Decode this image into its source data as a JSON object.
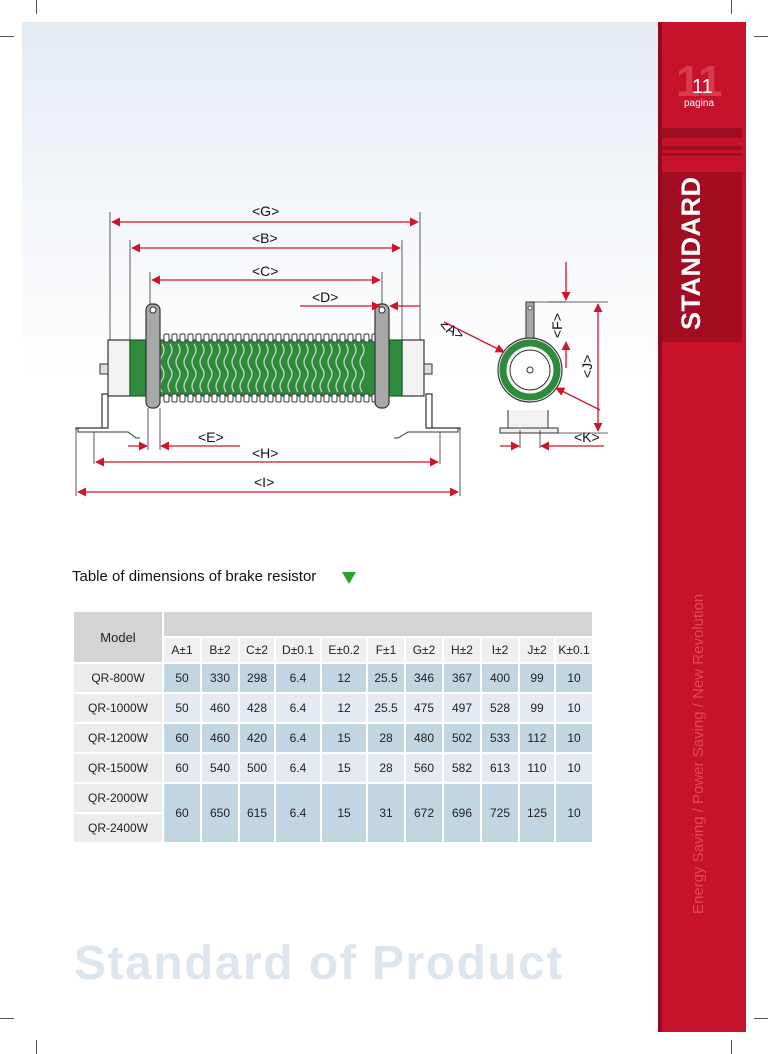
{
  "sidebar": {
    "page_ghost": "11",
    "page_number": "11",
    "page_label": "pagina",
    "section": "STANDARD",
    "slogan": "Energy Saving / Power Saving / New Revolution"
  },
  "diagram": {
    "labels": {
      "A": "<A>",
      "B": "<B>",
      "C": "<C>",
      "D": "<D>",
      "E": "<E>",
      "F": "<F>",
      "G": "<G>",
      "H": "<H>",
      "I": "<I>",
      "J": "<J>",
      "K": "<K>"
    }
  },
  "colors": {
    "brand_red": "#c6132b",
    "coil_green": "#2e8b3c",
    "dimension_red": "#d0142c"
  },
  "table": {
    "title": "Table of dimensions of brake resistor",
    "model_header": "Model",
    "columns": [
      "A±1",
      "B±2",
      "C±2",
      "D±0.1",
      "E±0.2",
      "F±1",
      "G±2",
      "H±2",
      "I±2",
      "J±2",
      "K±0.1"
    ],
    "rows": [
      {
        "model": "QR-800W",
        "values": [
          "50",
          "330",
          "298",
          "6.4",
          "12",
          "25.5",
          "346",
          "367",
          "400",
          "99",
          "10"
        ]
      },
      {
        "model": "QR-1000W",
        "values": [
          "50",
          "460",
          "428",
          "6.4",
          "12",
          "25.5",
          "475",
          "497",
          "528",
          "99",
          "10"
        ]
      },
      {
        "model": "QR-1200W",
        "values": [
          "60",
          "460",
          "420",
          "6.4",
          "15",
          "28",
          "480",
          "502",
          "533",
          "112",
          "10"
        ]
      },
      {
        "model": "QR-1500W",
        "values": [
          "60",
          "540",
          "500",
          "6.4",
          "15",
          "28",
          "560",
          "582",
          "613",
          "110",
          "10"
        ]
      }
    ],
    "merged": {
      "models": [
        "QR-2000W",
        "QR-2400W"
      ],
      "values": [
        "60",
        "650",
        "615",
        "6.4",
        "15",
        "31",
        "672",
        "696",
        "725",
        "125",
        "10"
      ]
    }
  },
  "footer": {
    "title": "Standard of Product"
  }
}
